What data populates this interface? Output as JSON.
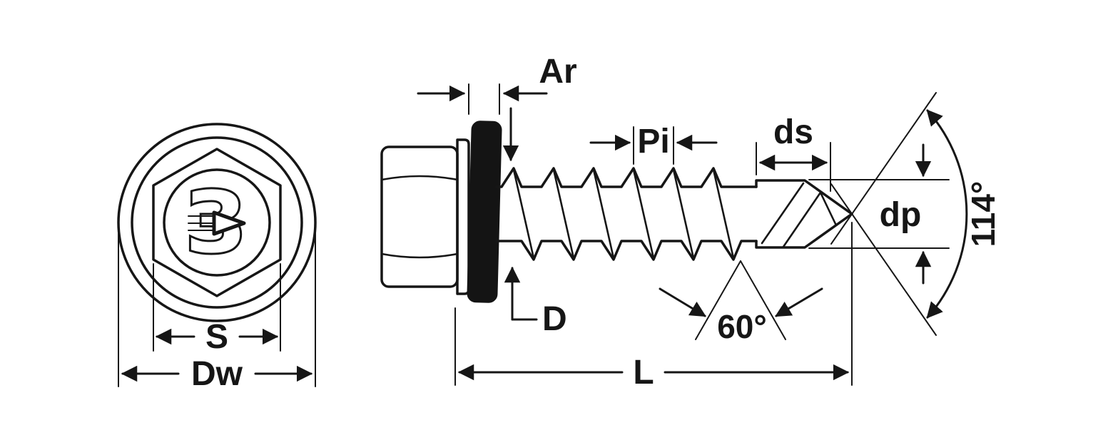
{
  "diagram": {
    "labels": {
      "washer_thickness": "Ar",
      "thread_pitch": "Pi",
      "drill_section": "ds",
      "point_diameter": "dp",
      "point_angle": "114°",
      "thread_diameter": "D",
      "thread_angle": "60°",
      "screw_length": "L",
      "wrench_size": "S",
      "washer_diameter": "Dw",
      "brand_glyph": "З"
    },
    "colors": {
      "line": "#161616",
      "seal_fill": "#141414",
      "background": "#ffffff"
    }
  }
}
